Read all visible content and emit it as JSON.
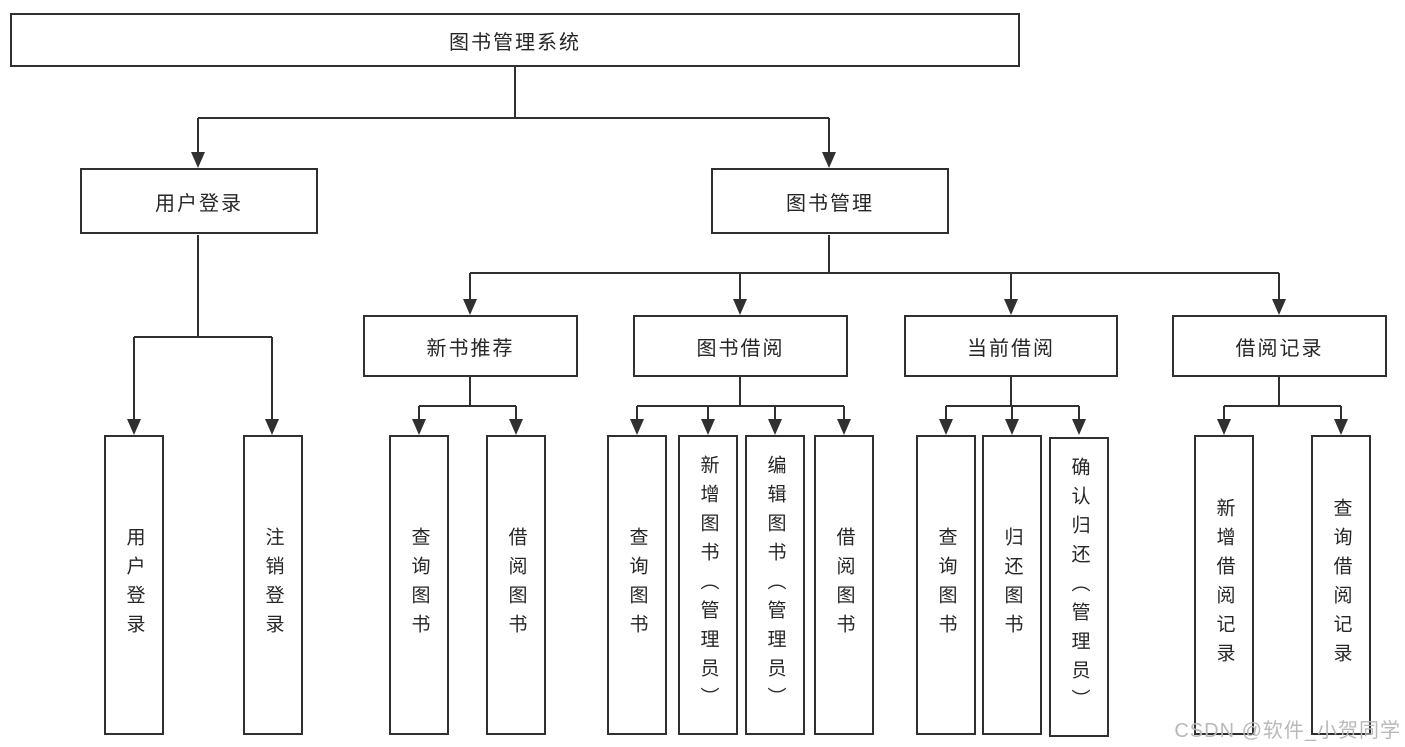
{
  "tree": {
    "root": {
      "label": "图书管理系统"
    },
    "branches": [
      {
        "label": "用户登录",
        "children": [
          {
            "label": "用户登录"
          },
          {
            "label": "注销登录"
          }
        ]
      },
      {
        "label": "图书管理",
        "children": [
          {
            "label": "新书推荐",
            "children": [
              {
                "label": "查询图书"
              },
              {
                "label": "借阅图书"
              }
            ]
          },
          {
            "label": "图书借阅",
            "children": [
              {
                "label": "查询图书"
              },
              {
                "label": "新增图书（管理员）"
              },
              {
                "label": "编辑图书（管理员）"
              },
              {
                "label": "借阅图书"
              }
            ]
          },
          {
            "label": "当前借阅",
            "children": [
              {
                "label": "查询图书"
              },
              {
                "label": "归还图书"
              },
              {
                "label": "确认归还（管理员）"
              }
            ]
          },
          {
            "label": "借阅记录",
            "children": [
              {
                "label": "新增借阅记录"
              },
              {
                "label": "查询借阅记录"
              }
            ]
          }
        ]
      }
    ]
  },
  "watermark": "CSDN @软件_小贺同学",
  "colors": {
    "background": "#ffffff",
    "line": "#303030",
    "box_border": "#303030",
    "text": "#262626",
    "watermark": "#b9b9b9"
  }
}
